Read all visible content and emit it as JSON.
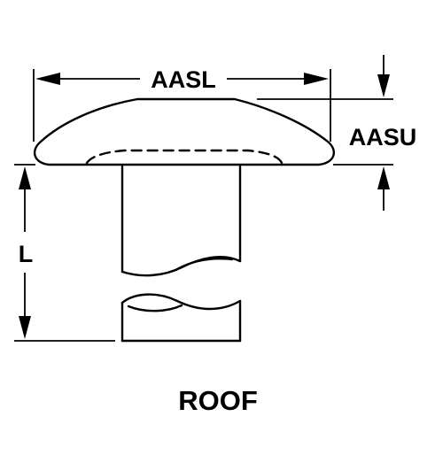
{
  "diagram": {
    "labels": {
      "head_length": "AASL",
      "head_height": "AASU",
      "shank_length": "L"
    },
    "caption": "ROOF"
  }
}
